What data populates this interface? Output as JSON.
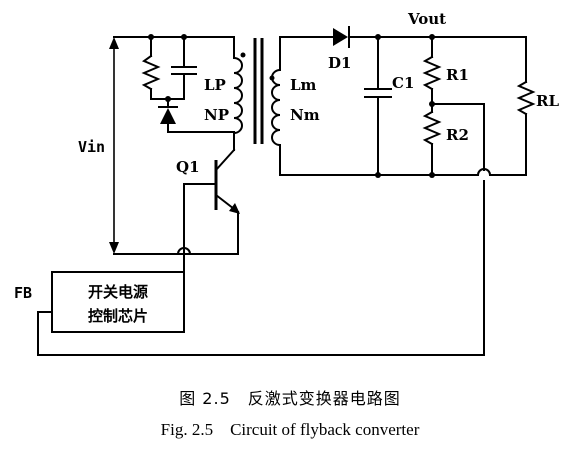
{
  "diagram": {
    "labels": {
      "vout": "Vout",
      "vin": "Vin",
      "lp": "LP",
      "np": "NP",
      "lm": "Lm",
      "nm": "Nm",
      "d1": "D1",
      "c1": "C1",
      "r1": "R1",
      "r2": "R2",
      "rl": "RL",
      "q1": "Q1",
      "fb": "FB"
    },
    "controller_block": {
      "line1": "开关电源",
      "line2": "控制芯片"
    }
  },
  "caption": {
    "chinese": "图 2.5　反激式变换器电路图",
    "english": "Fig. 2.5　Circuit of flyback converter"
  }
}
